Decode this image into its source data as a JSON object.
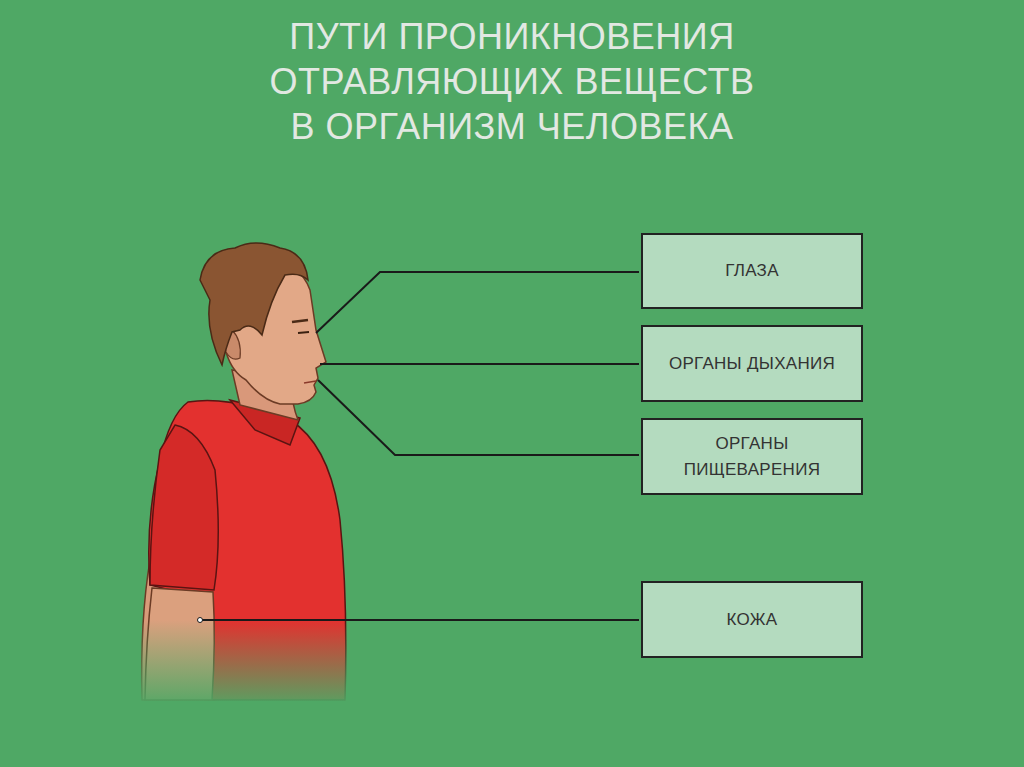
{
  "diagram": {
    "title": "ПУТИ ПРОНИКНОВЕНИЯ ОТРАВЛЯЮЩИХ ВЕЩЕСТВ В ОРГАНИЗМ ЧЕЛОВЕКА",
    "nodes": [
      {
        "text": [
          "ГЛАЗА"
        ]
      },
      {
        "text": [
          "ОРГАНЫ ДЫХАНИЯ"
        ]
      },
      {
        "text": [
          "ОРГАНЫ ПИЩЕВАРЕНИЯ"
        ]
      },
      {
        "text": [
          "КОЖА"
        ]
      }
    ]
  }
}
